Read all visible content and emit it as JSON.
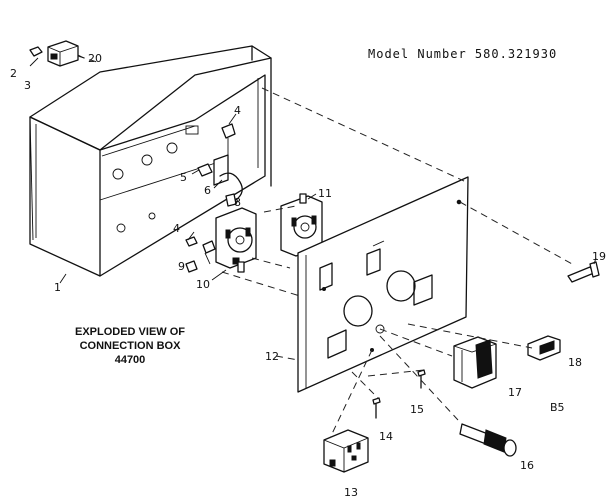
{
  "model_label": "Model Number 580.321930",
  "caption": [
    "EXPLODED VIEW OF",
    "CONNECTION BOX",
    "44700"
  ],
  "page_code": "B5",
  "callouts": {
    "c1": "1",
    "c2": "2",
    "c3": "3",
    "c4a": "4",
    "c4b": "4",
    "c5": "5",
    "c6": "6",
    "c8": "8",
    "c9": "9",
    "c10": "10",
    "c11": "11",
    "c12": "12",
    "c13": "13",
    "c14": "14",
    "c15": "15",
    "c16": "16",
    "c17": "17",
    "c18": "18",
    "c19": "19",
    "c20": "20"
  }
}
